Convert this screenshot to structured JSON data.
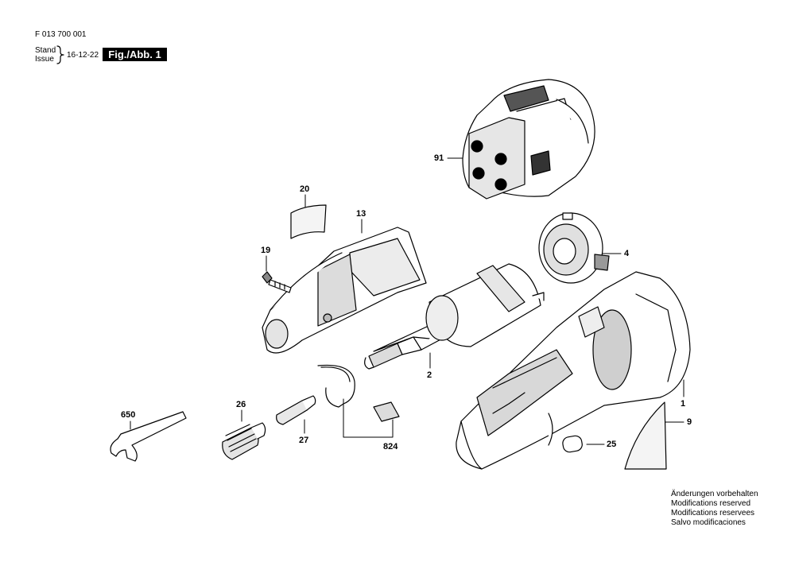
{
  "header": {
    "part_number": "F 013 700 001",
    "stand_label": "Stand",
    "issue_label": "Issue",
    "date": "16-12-22",
    "figure_tag": "Fig./Abb. 1"
  },
  "callouts": {
    "c91": "91",
    "c20": "20",
    "c13": "13",
    "c19": "19",
    "c4": "4",
    "c2": "2",
    "c1": "1",
    "c9": "9",
    "c650": "650",
    "c26": "26",
    "c27": "27",
    "c824": "824",
    "c25": "25"
  },
  "notes": [
    "Änderungen vorbehalten",
    "Modifications reserved",
    "Modifications reservees",
    "Salvo modificaciones"
  ]
}
